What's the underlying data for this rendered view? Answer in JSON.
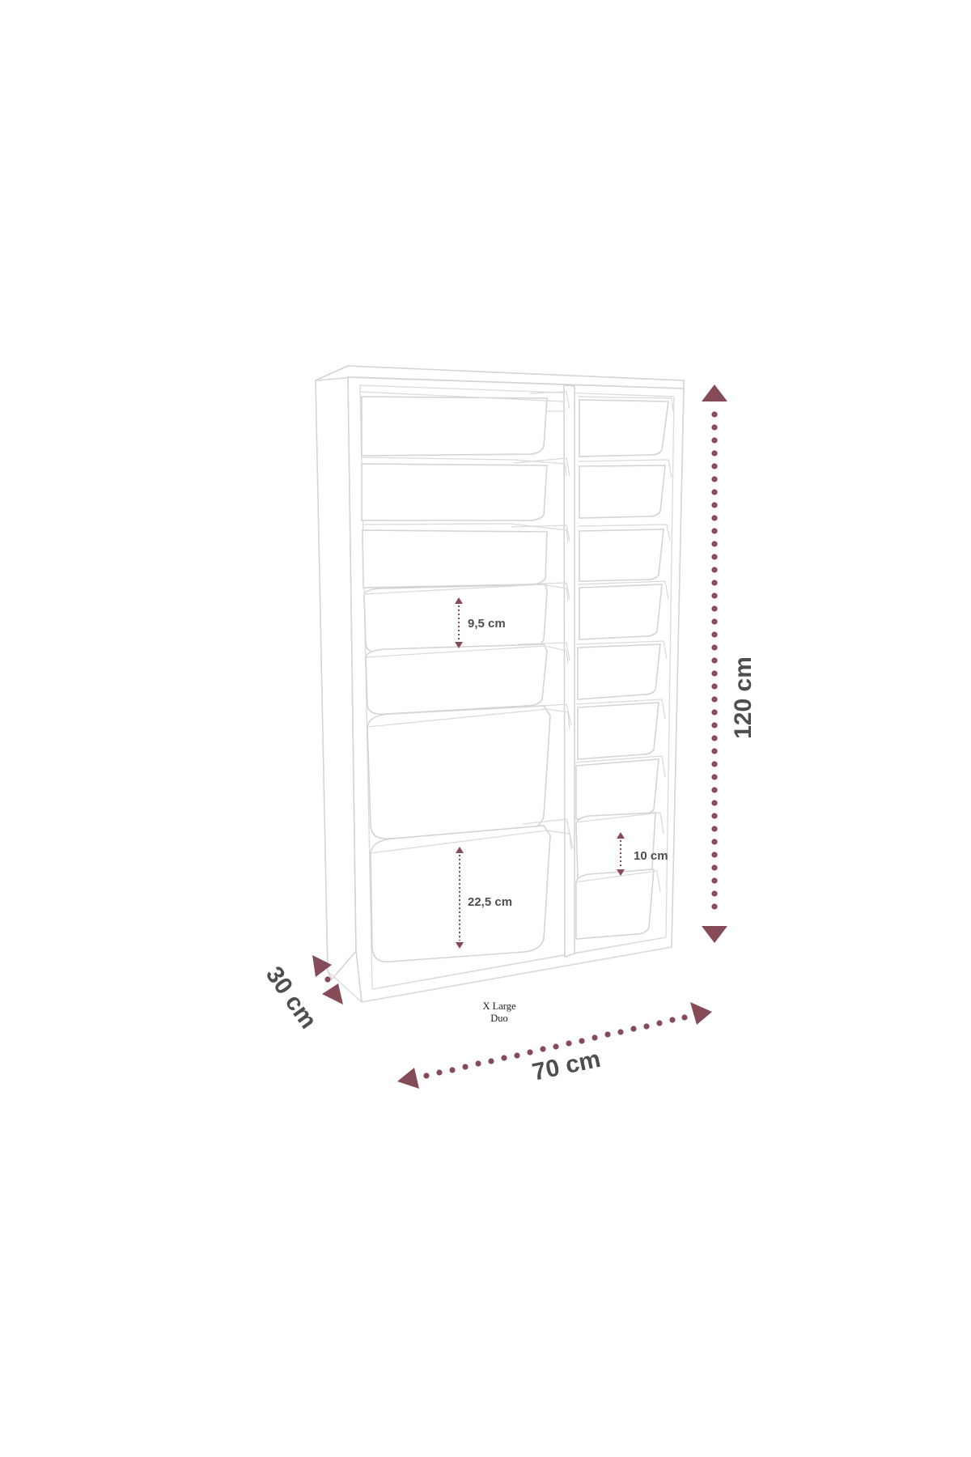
{
  "diagram": {
    "type": "product dimension drawing",
    "model_label": {
      "line1": "X Large",
      "line2": "Duo"
    },
    "accent_color": "#854b56",
    "text_color": "#4e4e4e",
    "outline_color": "#d6d3d3"
  },
  "dimensions": {
    "height": {
      "label": "120 cm",
      "value": 120,
      "unit": "cm"
    },
    "width": {
      "label": "70 cm",
      "value": 70,
      "unit": "cm"
    },
    "depth": {
      "label": "30 cm",
      "value": 30,
      "unit": "cm"
    },
    "small_bin_left": {
      "label": "9,5 cm",
      "value": 9.5,
      "unit": "cm"
    },
    "large_bin_left": {
      "label": "22,5 cm",
      "value": 22.5,
      "unit": "cm"
    },
    "small_bin_right": {
      "label": "10 cm",
      "value": 10,
      "unit": "cm"
    }
  },
  "cabinet": {
    "columns": 2,
    "left_column_bins": 7,
    "right_column_bins": 9
  }
}
